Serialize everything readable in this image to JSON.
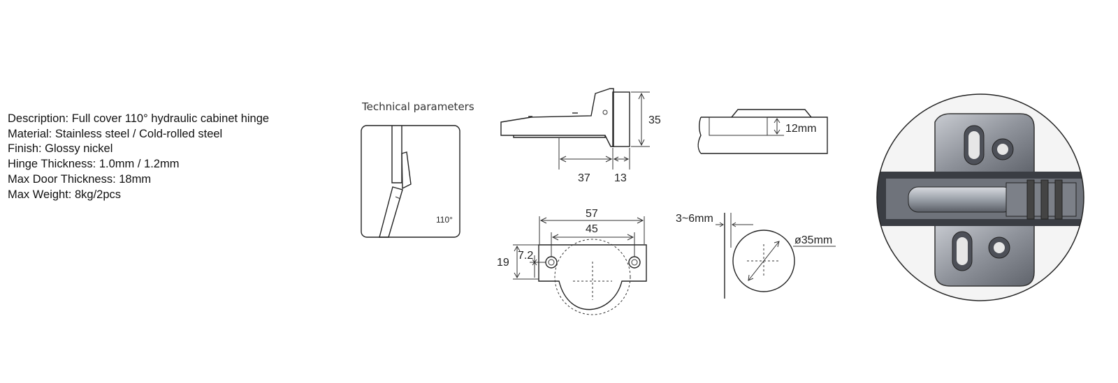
{
  "specs": {
    "description": "Description: Full cover 110° hydraulic cabinet hinge",
    "material": "Material: Stainless steel / Cold-rolled steel",
    "finish": "Finish: Glossy nickel",
    "thickness": "Hinge Thickness: 1.0mm / 1.2mm",
    "door": "Max Door Thickness: 18mm",
    "weight": "Max Weight: 8kg/2pcs"
  },
  "diagram": {
    "title": "Technical parameters",
    "angle": "110°",
    "dim_35": "35",
    "dim_37": "37",
    "dim_13": "13",
    "dim_12mm": "12mm",
    "dim_57": "57",
    "dim_45": "45",
    "dim_19": "19",
    "dim_7_2": "7.2",
    "dim_3_6mm": "3~6mm",
    "dim_35mm": "ø35mm"
  },
  "colors": {
    "line": "#222222",
    "photo_bg": "#f2f2f2",
    "metal": "#9a9ea6"
  },
  "icons": {
    "photo": "hinge-photo-icon"
  }
}
